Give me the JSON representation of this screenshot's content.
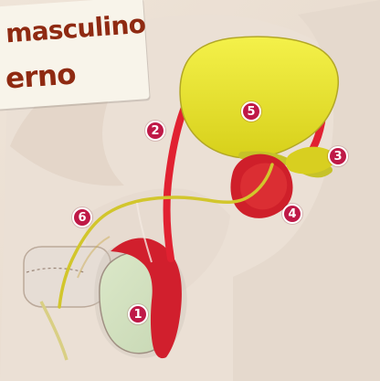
{
  "title": {
    "line1": "masculino",
    "line2": "erno"
  },
  "markers": [
    {
      "id": "1",
      "label": "1"
    },
    {
      "id": "2",
      "label": "2"
    },
    {
      "id": "3",
      "label": "3"
    },
    {
      "id": "4",
      "label": "4"
    },
    {
      "id": "5",
      "label": "5"
    },
    {
      "id": "6",
      "label": "6"
    }
  ],
  "colors": {
    "background": "#f1e8de",
    "title_text": "#8f2a12",
    "marker_fill": "#bf1947",
    "vas_deferens": "#e12131",
    "bladder": "#dfe21a",
    "prostate": "#d11f2d",
    "skin": "#e7ddd4"
  }
}
